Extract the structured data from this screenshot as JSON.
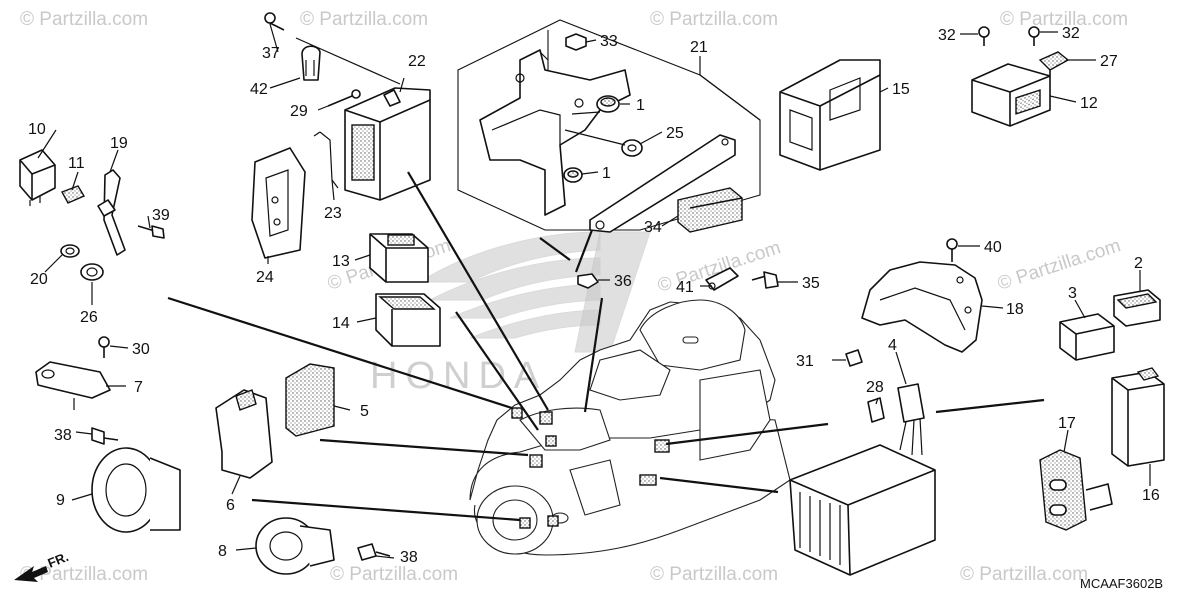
{
  "diagram": {
    "code": "MCAAF3602B",
    "front_marker": "FR.",
    "watermark": "© Partzilla.com",
    "brand_mark": "HONDA",
    "callouts": [
      "1",
      "1",
      "2",
      "3",
      "4",
      "5",
      "6",
      "7",
      "8",
      "9",
      "10",
      "11",
      "12",
      "13",
      "14",
      "15",
      "16",
      "17",
      "18",
      "19",
      "20",
      "21",
      "22",
      "23",
      "24",
      "25",
      "26",
      "27",
      "28",
      "29",
      "30",
      "31",
      "32",
      "32",
      "33",
      "34",
      "35",
      "36",
      "37",
      "38",
      "38",
      "39",
      "40",
      "41",
      "42"
    ]
  }
}
